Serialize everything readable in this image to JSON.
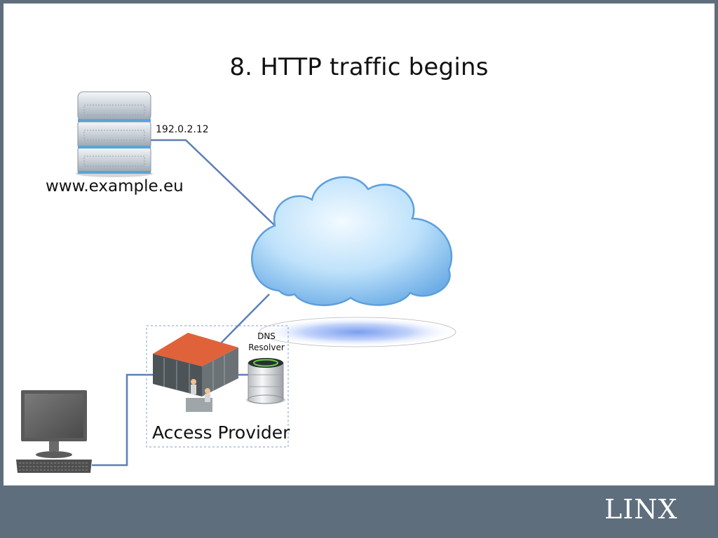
{
  "slide": {
    "title": "8. HTTP traffic begins"
  },
  "nodes": {
    "web_server": {
      "label": "www.example.eu",
      "ip": "192.0.2.12"
    },
    "dns_resolver": {
      "line1": "DNS",
      "line2": "Resolver"
    },
    "access_provider": {
      "label": "Access Provider"
    },
    "internet": {
      "icon": "cloud-icon"
    },
    "client": {
      "icon": "desktop-computer-icon"
    }
  },
  "footer": {
    "logo_text": "LINX"
  },
  "colors": {
    "link": "#5b7fb8",
    "footer": "#5e6e7d",
    "cloud": "#a8d3f2",
    "isp_roof": "#e0623a"
  }
}
